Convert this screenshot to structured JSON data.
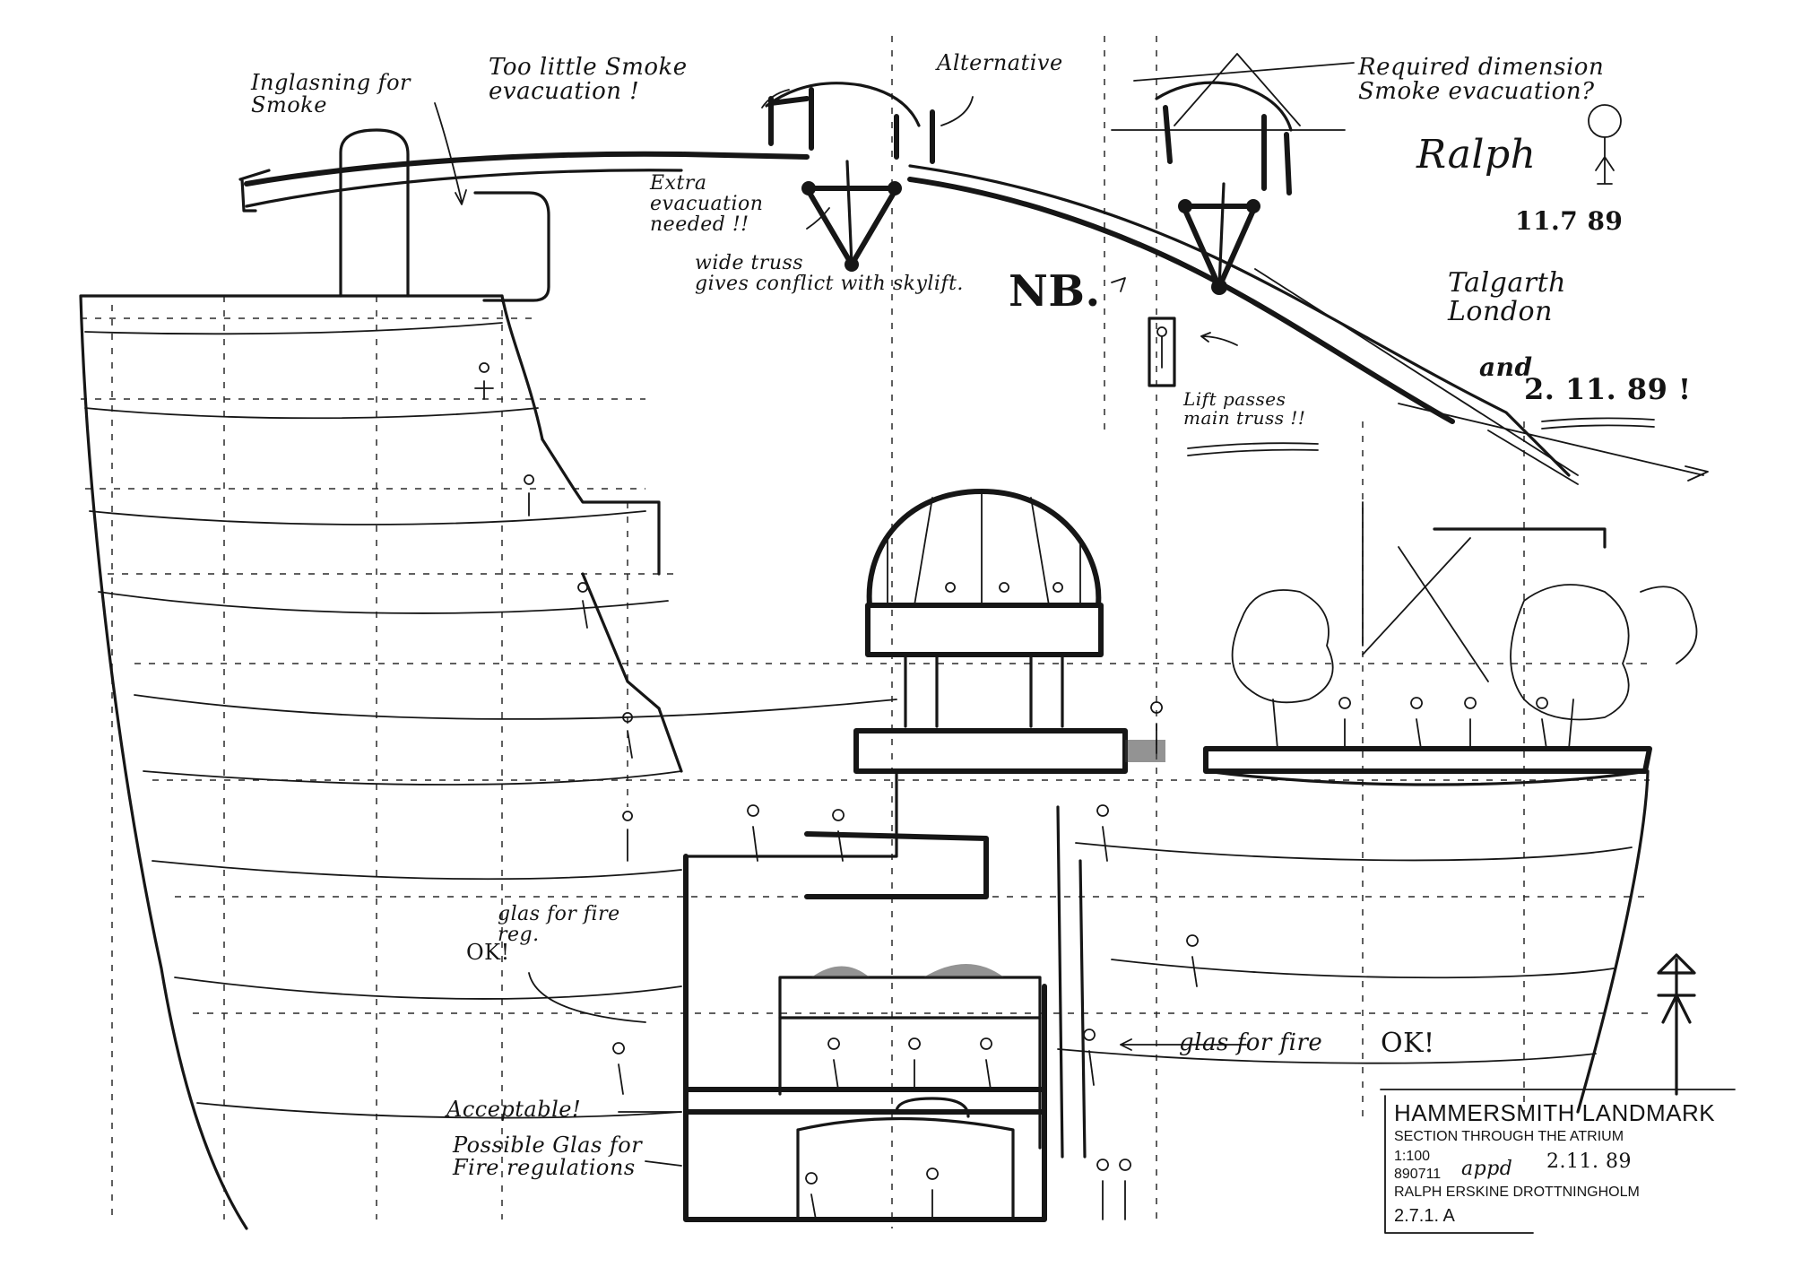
{
  "annotations": {
    "inglasning": "Inglasning for\nSmoke",
    "too_little": "Too little Smoke\nevacuation !",
    "alternative": "Alternative",
    "required": "Required dimension\nSmoke evacuation?",
    "extra": "Extra\nevacuation\nneeded !!",
    "wide_truss": "wide truss\ngives conflict with skylift.",
    "nb": "NB.",
    "signature": "Ralph",
    "sig_date": "11.7 89",
    "location": "Talgarth\nLondon",
    "and": "and",
    "date2": "2. 11. 89 !",
    "lift": "Lift passes\nmain truss !!",
    "glas_fire_reg": "glas for fire\nreg.",
    "ok_left": "OK!",
    "glas_fire_right": "glas for fire",
    "ok_right": "OK!",
    "acceptable": "Acceptable!",
    "possible": "Possible Glas for\nFire regulations"
  },
  "title_block": {
    "project": "HAMMERSMITH LANDMARK",
    "section": "SECTION THROUGH THE ATRIUM",
    "scale": "1:100",
    "number": "890711",
    "approved": "appd",
    "approved_date": "2.11. 89",
    "office": "RALPH ERSKINE DROTTNINGHOLM",
    "drawing_no": "2.7.1. A"
  }
}
